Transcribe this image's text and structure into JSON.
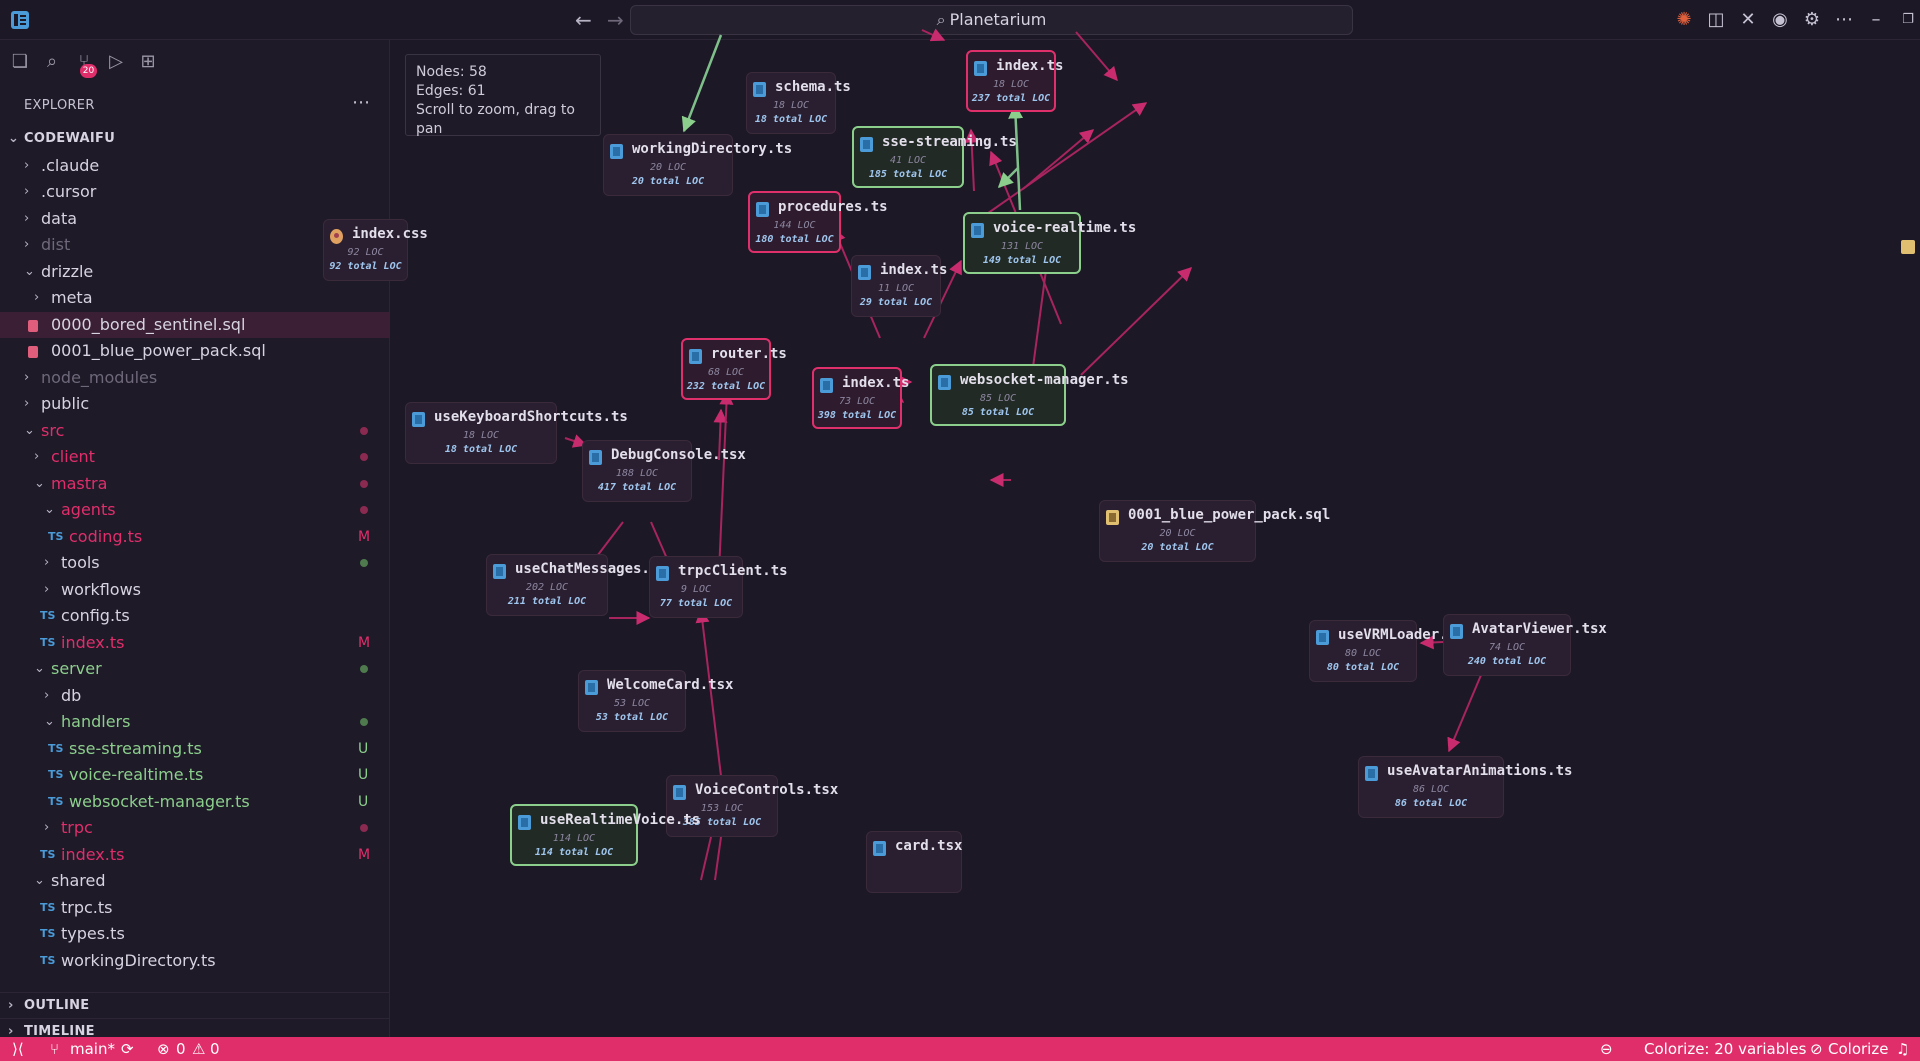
{
  "titlebar": {
    "search_text": "Planetarium",
    "back": "←",
    "forward": "→"
  },
  "sidebar": {
    "explorer_title": "EXPLORER",
    "scm_badge": "20",
    "root": "CODEWAIFU",
    "items": [
      {
        "label": ".claude",
        "depth": 1,
        "kind": "folder",
        "open": false,
        "state": "default"
      },
      {
        "label": ".cursor",
        "depth": 1,
        "kind": "folder",
        "open": false,
        "state": "default"
      },
      {
        "label": "data",
        "depth": 1,
        "kind": "folder",
        "open": false,
        "state": "default"
      },
      {
        "label": "dist",
        "depth": 1,
        "kind": "folder",
        "open": false,
        "state": "dim"
      },
      {
        "label": "drizzle",
        "depth": 1,
        "kind": "folder",
        "open": true,
        "state": "default"
      },
      {
        "label": "meta",
        "depth": 2,
        "kind": "folder",
        "open": false,
        "state": "default"
      },
      {
        "label": "0000_bored_sentinel.sql",
        "depth": 2,
        "kind": "sql",
        "state": "default",
        "selected": true
      },
      {
        "label": "0001_blue_power_pack.sql",
        "depth": 2,
        "kind": "sql",
        "state": "default"
      },
      {
        "label": "node_modules",
        "depth": 1,
        "kind": "folder",
        "open": false,
        "state": "dim"
      },
      {
        "label": "public",
        "depth": 1,
        "kind": "folder",
        "open": false,
        "state": "default"
      },
      {
        "label": "src",
        "depth": 1,
        "kind": "folder",
        "open": true,
        "state": "mod",
        "dot": "#8a2a50"
      },
      {
        "label": "client",
        "depth": 2,
        "kind": "folder",
        "open": false,
        "state": "mod",
        "dot": "#8a2a50"
      },
      {
        "label": "mastra",
        "depth": 2,
        "kind": "folder",
        "open": true,
        "state": "mod",
        "dot": "#8a2a50"
      },
      {
        "label": "agents",
        "depth": 3,
        "kind": "folder",
        "open": true,
        "state": "mod",
        "dot": "#8a2a50"
      },
      {
        "label": "coding.ts",
        "depth": 4,
        "kind": "ts",
        "state": "mod",
        "flag": "M"
      },
      {
        "label": "tools",
        "depth": 3,
        "kind": "folder",
        "open": false,
        "state": "default",
        "dot": "#4e7a4e"
      },
      {
        "label": "workflows",
        "depth": 3,
        "kind": "folder",
        "open": false,
        "state": "default"
      },
      {
        "label": "config.ts",
        "depth": 3,
        "kind": "ts",
        "state": "default"
      },
      {
        "label": "index.ts",
        "depth": 3,
        "kind": "ts",
        "state": "mod",
        "flag": "M"
      },
      {
        "label": "server",
        "depth": 2,
        "kind": "folder",
        "open": true,
        "state": "new",
        "dot": "#4e7a4e"
      },
      {
        "label": "db",
        "depth": 3,
        "kind": "folder",
        "open": false,
        "state": "default"
      },
      {
        "label": "handlers",
        "depth": 3,
        "kind": "folder",
        "open": true,
        "state": "new",
        "dot": "#4e7a4e"
      },
      {
        "label": "sse-streaming.ts",
        "depth": 4,
        "kind": "ts",
        "state": "new",
        "flag": "U"
      },
      {
        "label": "voice-realtime.ts",
        "depth": 4,
        "kind": "ts",
        "state": "new",
        "flag": "U"
      },
      {
        "label": "websocket-manager.ts",
        "depth": 4,
        "kind": "ts",
        "state": "new",
        "flag": "U"
      },
      {
        "label": "trpc",
        "depth": 3,
        "kind": "folder",
        "open": false,
        "state": "mod",
        "dot": "#8a2a50"
      },
      {
        "label": "index.ts",
        "depth": 3,
        "kind": "ts",
        "state": "mod",
        "flag": "M"
      },
      {
        "label": "shared",
        "depth": 2,
        "kind": "folder",
        "open": true,
        "state": "default"
      },
      {
        "label": "trpc.ts",
        "depth": 3,
        "kind": "ts",
        "state": "default"
      },
      {
        "label": "types.ts",
        "depth": 3,
        "kind": "ts",
        "state": "default"
      },
      {
        "label": "workingDirectory.ts",
        "depth": 3,
        "kind": "ts",
        "state": "default"
      }
    ],
    "outline": "OUTLINE",
    "timeline": "TIMELINE"
  },
  "graph": {
    "info": {
      "nodes": "Nodes: 58",
      "edges": "Edges: 61",
      "hint": "Scroll to zoom, drag to pan"
    },
    "nodes": [
      {
        "id": "index-ts-top",
        "title": "index.ts",
        "loc": "18 LOC",
        "total": "237 total LOC",
        "icon": "ts",
        "hl": "pink"
      },
      {
        "id": "schema-ts",
        "title": "schema.ts",
        "loc": "18 LOC",
        "total": "18 total LOC",
        "icon": "ts",
        "hl": ""
      },
      {
        "id": "workingdirectory-ts",
        "title": "workingDirectory.ts",
        "loc": "20 LOC",
        "total": "20 total LOC",
        "icon": "ts",
        "hl": ""
      },
      {
        "id": "sse-streaming-ts",
        "title": "sse-streaming.ts",
        "loc": "41 LOC",
        "total": "185 total LOC",
        "icon": "ts",
        "hl": "green"
      },
      {
        "id": "procedures-ts",
        "title": "procedures.ts",
        "loc": "144 LOC",
        "total": "180 total LOC",
        "icon": "ts",
        "hl": "pink"
      },
      {
        "id": "voice-realtime-ts",
        "title": "voice-realtime.ts",
        "loc": "131 LOC",
        "total": "149 total LOC",
        "icon": "ts",
        "hl": "green"
      },
      {
        "id": "index-css",
        "title": "index.css",
        "loc": "92 LOC",
        "total": "92 total LOC",
        "icon": "css",
        "hl": ""
      },
      {
        "id": "index-ts-mid",
        "title": "index.ts",
        "loc": "11 LOC",
        "total": "29 total LOC",
        "icon": "ts",
        "hl": ""
      },
      {
        "id": "router-ts",
        "title": "router.ts",
        "loc": "68 LOC",
        "total": "232 total LOC",
        "icon": "ts",
        "hl": "pink"
      },
      {
        "id": "index-ts-server",
        "title": "index.ts",
        "loc": "73 LOC",
        "total": "398 total LOC",
        "icon": "ts",
        "hl": "pink"
      },
      {
        "id": "websocket-manager-ts",
        "title": "websocket-manager.ts",
        "loc": "85 LOC",
        "total": "85 total LOC",
        "icon": "ts",
        "hl": "green"
      },
      {
        "id": "usekeyboardshortcuts-ts",
        "title": "useKeyboardShortcuts.ts",
        "loc": "18 LOC",
        "total": "18 total LOC",
        "icon": "ts",
        "hl": ""
      },
      {
        "id": "debugconsole-tsx",
        "title": "DebugConsole.tsx",
        "loc": "188 LOC",
        "total": "417 total LOC",
        "icon": "ts",
        "hl": ""
      },
      {
        "id": "blue-power-pack-sql",
        "title": "0001_blue_power_pack.sql",
        "loc": "20 LOC",
        "total": "20 total LOC",
        "icon": "sql",
        "hl": ""
      },
      {
        "id": "usechatmessages-ts",
        "title": "useChatMessages.ts",
        "loc": "202 LOC",
        "total": "211 total LOC",
        "icon": "ts",
        "hl": ""
      },
      {
        "id": "trpcclient-ts",
        "title": "trpcClient.ts",
        "loc": "9 LOC",
        "total": "77 total LOC",
        "icon": "ts",
        "hl": ""
      },
      {
        "id": "usevrmloader-ts",
        "title": "useVRMLoader.ts",
        "loc": "80 LOC",
        "total": "80 total LOC",
        "icon": "ts",
        "hl": ""
      },
      {
        "id": "avatarviewer-tsx",
        "title": "AvatarViewer.tsx",
        "loc": "74 LOC",
        "total": "240 total LOC",
        "icon": "ts",
        "hl": ""
      },
      {
        "id": "welcomecard-tsx",
        "title": "WelcomeCard.tsx",
        "loc": "53 LOC",
        "total": "53 total LOC",
        "icon": "ts",
        "hl": ""
      },
      {
        "id": "useavataranimations-ts",
        "title": "useAvatarAnimations.ts",
        "loc": "86 LOC",
        "total": "86 total LOC",
        "icon": "ts",
        "hl": ""
      },
      {
        "id": "voicecontrols-tsx",
        "title": "VoiceControls.tsx",
        "loc": "153 LOC",
        "total": "385 total LOC",
        "icon": "ts",
        "hl": ""
      },
      {
        "id": "userealtimevoice-ts",
        "title": "useRealtimeVoice.ts",
        "loc": "114 LOC",
        "total": "114 total LOC",
        "icon": "ts",
        "hl": "green"
      },
      {
        "id": "card-tsx",
        "title": "card.tsx",
        "loc": "",
        "total": "",
        "icon": "ts",
        "hl": ""
      }
    ]
  },
  "statusbar": {
    "branch": "main*",
    "errors": "0",
    "warnings": "0",
    "colorize_vars": "Colorize: 20 variables",
    "colorize": "Colorize"
  },
  "colors": {
    "accent": "#e02e6b",
    "added": "#8ccf8c",
    "edge": "#b8286a",
    "edge_green": "#7fc08a"
  }
}
